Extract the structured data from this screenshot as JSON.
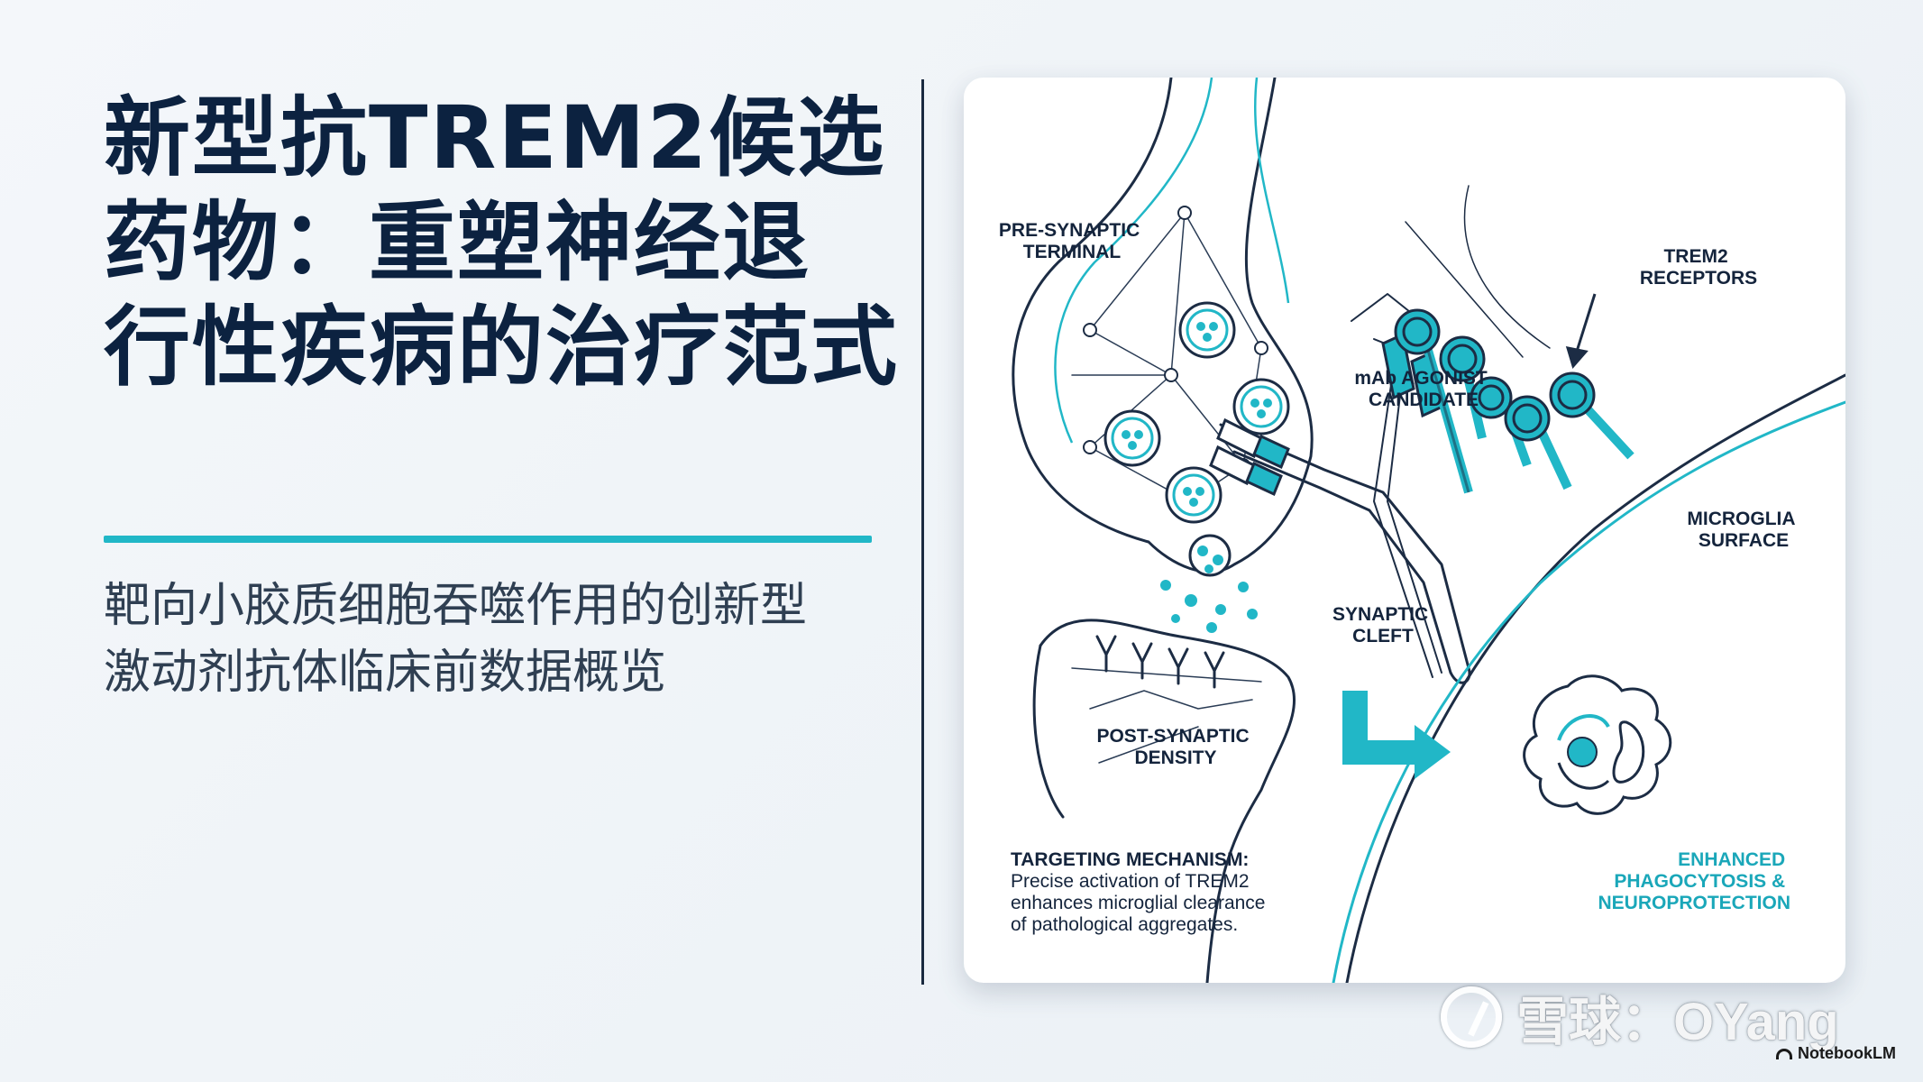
{
  "title_lines": [
    "新型抗TREM2候选",
    "药物：重塑神经退",
    "行性疾病的治疗范式"
  ],
  "subtitle_lines": [
    "靶向小胶质细胞吞噬作用的创新型",
    "激动剂抗体临床前数据概览"
  ],
  "diagram": {
    "pre_synaptic": [
      "PRE-SYNAPTIC",
      "TERMINAL"
    ],
    "trem2": [
      "TREM2",
      "RECEPTORS"
    ],
    "mab": [
      "mAb AGONIST",
      "CANDIDATE"
    ],
    "microglia": [
      "MICROGLIA",
      "SURFACE"
    ],
    "cleft": [
      "SYNAPTIC",
      "CLEFT"
    ],
    "post_synaptic": [
      "POST-SYNAPTIC",
      "DENSITY"
    ],
    "mechanism_title": "TARGETING MECHANISM:",
    "mechanism_lines": [
      "Precise activation of TREM2",
      "enhances microglial clearance",
      "of pathological aggregates."
    ],
    "outcome": [
      "ENHANCED",
      "PHAGOCYTOSIS &",
      "NEUROPROTECTION"
    ]
  },
  "colors": {
    "navy": "#0c2240",
    "teal": "#21b7c7",
    "line": "#1c2c44"
  },
  "watermark": {
    "brand": "雪球：OYang",
    "source": "NotebookLM"
  }
}
